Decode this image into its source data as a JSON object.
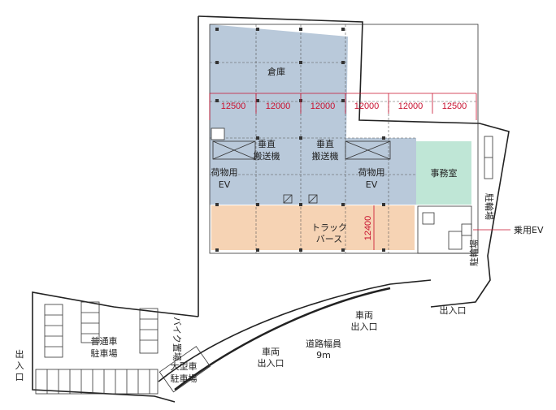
{
  "colors": {
    "warehouse": "#b9c9da",
    "truck_berth": "#f6d3b4",
    "office": "#bfe6d6",
    "dimension": "#c8102e",
    "wall": "#222222"
  },
  "rooms": {
    "warehouse": "倉庫",
    "conveyor_left_1": "垂直",
    "conveyor_left_2": "搬送機",
    "conveyor_right_1": "垂直",
    "conveyor_right_2": "搬送機",
    "freight_ev_left_1": "荷物用",
    "freight_ev_left_2": "EV",
    "freight_ev_right_1": "荷物用",
    "freight_ev_right_2": "EV",
    "office": "事務室",
    "truck_berth_1": "トラック",
    "truck_berth_2": "バース"
  },
  "dimensions": {
    "spans": [
      "12500",
      "12000",
      "12000",
      "12000",
      "12000",
      "12500"
    ],
    "berth_depth": "12400"
  },
  "labels": {
    "bicycle_parking_1": "駐輪場",
    "bicycle_parking_2": "駐輪場",
    "passenger_ev": "乗用EV",
    "entrance_right": "出入口",
    "vehicle_entrance_1a": "車両",
    "vehicle_entrance_1b": "出入口",
    "vehicle_entrance_2a": "車両",
    "vehicle_entrance_2b": "出入口",
    "road_width_1": "道路幅員",
    "road_width_2": "9m",
    "regular_parking_1": "普通車",
    "regular_parking_2": "駐車場",
    "bike_parking": "バイク置場",
    "large_parking_1": "大型車",
    "large_parking_2": "駐車場",
    "entrance_left_1": "出",
    "entrance_left_2": "入",
    "entrance_left_3": "口"
  }
}
